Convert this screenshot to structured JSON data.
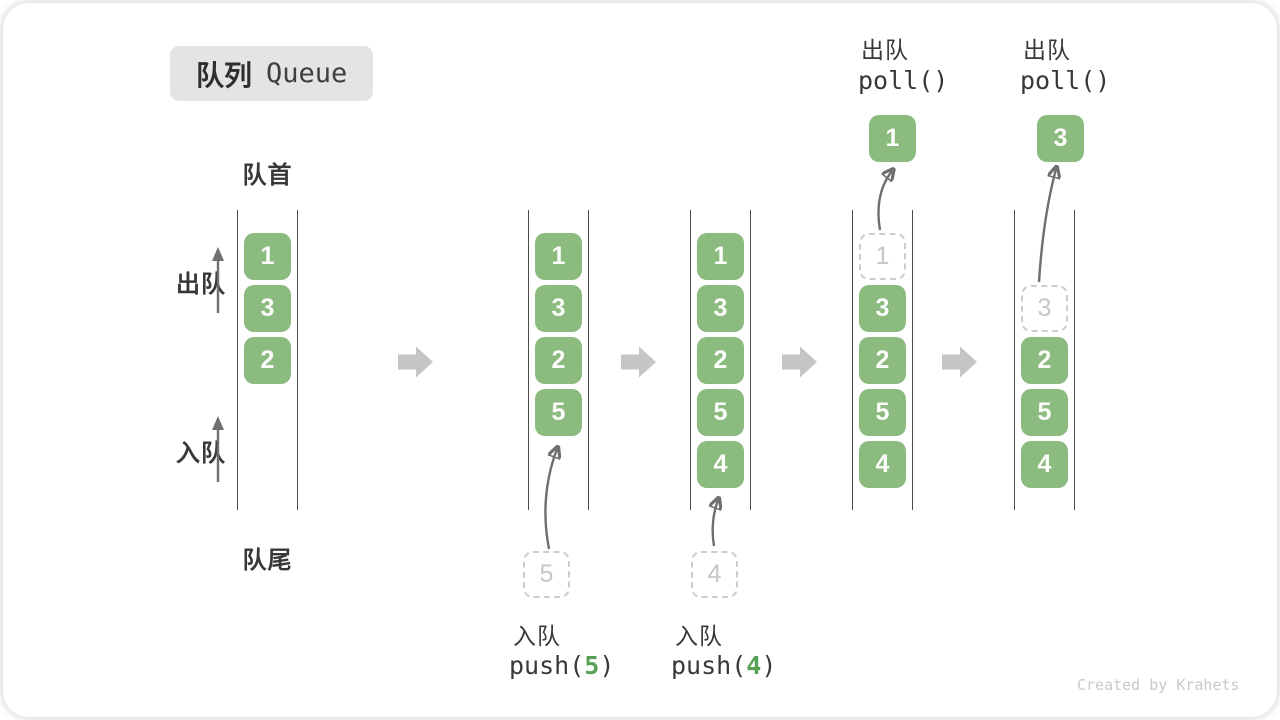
{
  "title": {
    "zh": "队列",
    "en": "Queue"
  },
  "side_labels": {
    "front": "队首",
    "rear": "队尾",
    "dequeue": "出队",
    "enqueue": "入队"
  },
  "watermark": "Created by Krahets",
  "colors": {
    "box_green": "#8CBB80",
    "box_text": "#FDFDFB",
    "dashed_border": "#CDCDCD",
    "dashed_text": "#C6C6C6",
    "column_line": "#4B4B4B",
    "block_arrow": "#C5C5C5",
    "flow_arrow": "#6F6F6F",
    "text_dark": "#383838",
    "title_bg": "#E4E4E4",
    "code_accent": "#57A156",
    "watermark_gray": "#C9C9C9"
  },
  "states": [
    {
      "cells": [
        "1",
        "3",
        "2"
      ]
    },
    {
      "cells": [
        "1",
        "3",
        "2",
        "5"
      ],
      "pending": "5",
      "op": "入队",
      "code_fn": "push(",
      "code_arg": "5",
      "code_close": ")"
    },
    {
      "cells": [
        "1",
        "3",
        "2",
        "5",
        "4"
      ],
      "pending": "4",
      "op": "入队",
      "code_fn": "push(",
      "code_arg": "4",
      "code_close": ")"
    },
    {
      "ghost": "1",
      "cells": [
        "3",
        "2",
        "5",
        "4"
      ],
      "removed": "1",
      "op": "出队",
      "code": "poll()"
    },
    {
      "ghost": "3",
      "cells": [
        "2",
        "5",
        "4"
      ],
      "removed": "3",
      "op": "出队",
      "code": "poll()"
    }
  ]
}
